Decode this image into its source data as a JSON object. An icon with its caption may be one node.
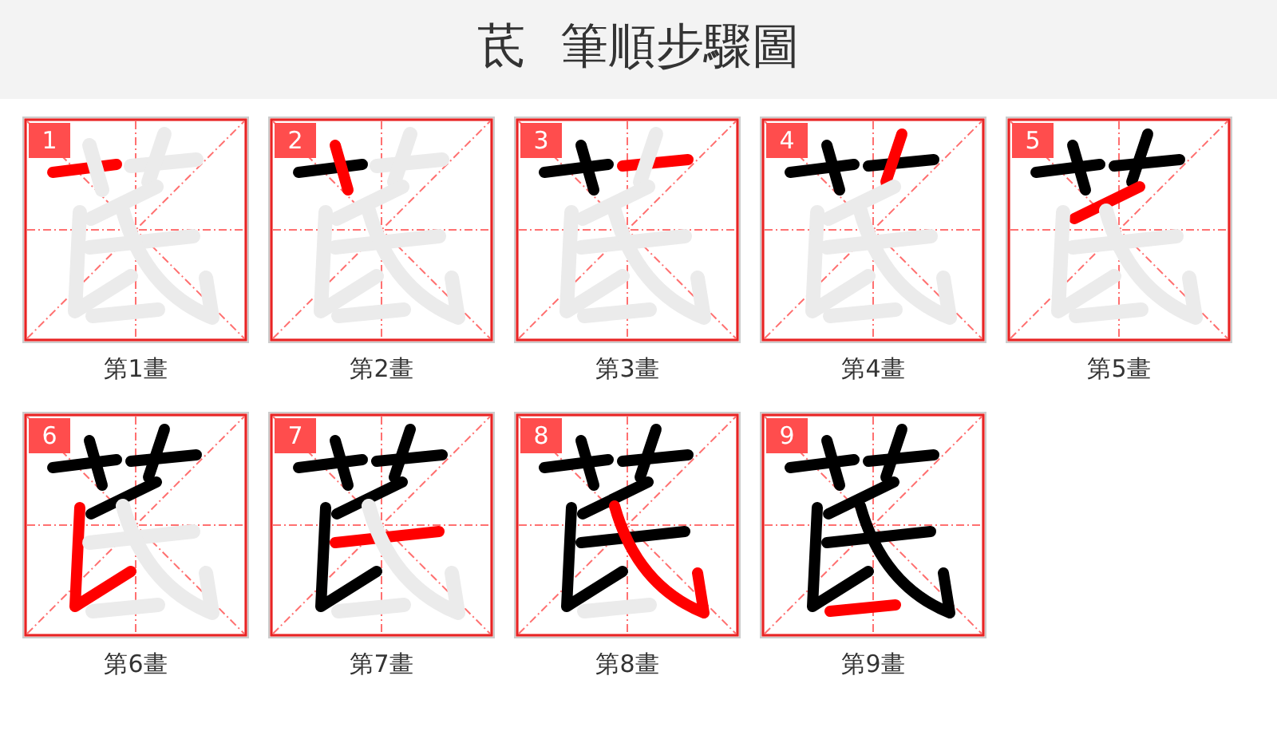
{
  "diagram": {
    "title": "茋 筆順步驟圖",
    "nodes": [
      {
        "text": [
          "1"
        ],
        "beside": [
          "第1畫"
        ]
      },
      {
        "text": [
          "2"
        ],
        "beside": [
          "第2畫"
        ]
      },
      {
        "text": [
          "3"
        ],
        "beside": [
          "第3畫"
        ]
      },
      {
        "text": [
          "4"
        ],
        "beside": [
          "第4畫"
        ]
      },
      {
        "text": [
          "5"
        ],
        "beside": [
          "第5畫"
        ]
      },
      {
        "text": [
          "6"
        ],
        "beside": [
          "第6畫"
        ]
      },
      {
        "text": [
          "7"
        ],
        "beside": [
          "第7畫"
        ]
      },
      {
        "text": [
          "8"
        ],
        "beside": [
          "第8畫"
        ]
      },
      {
        "text": [
          "9"
        ],
        "beside": [
          "第9畫"
        ]
      }
    ]
  }
}
